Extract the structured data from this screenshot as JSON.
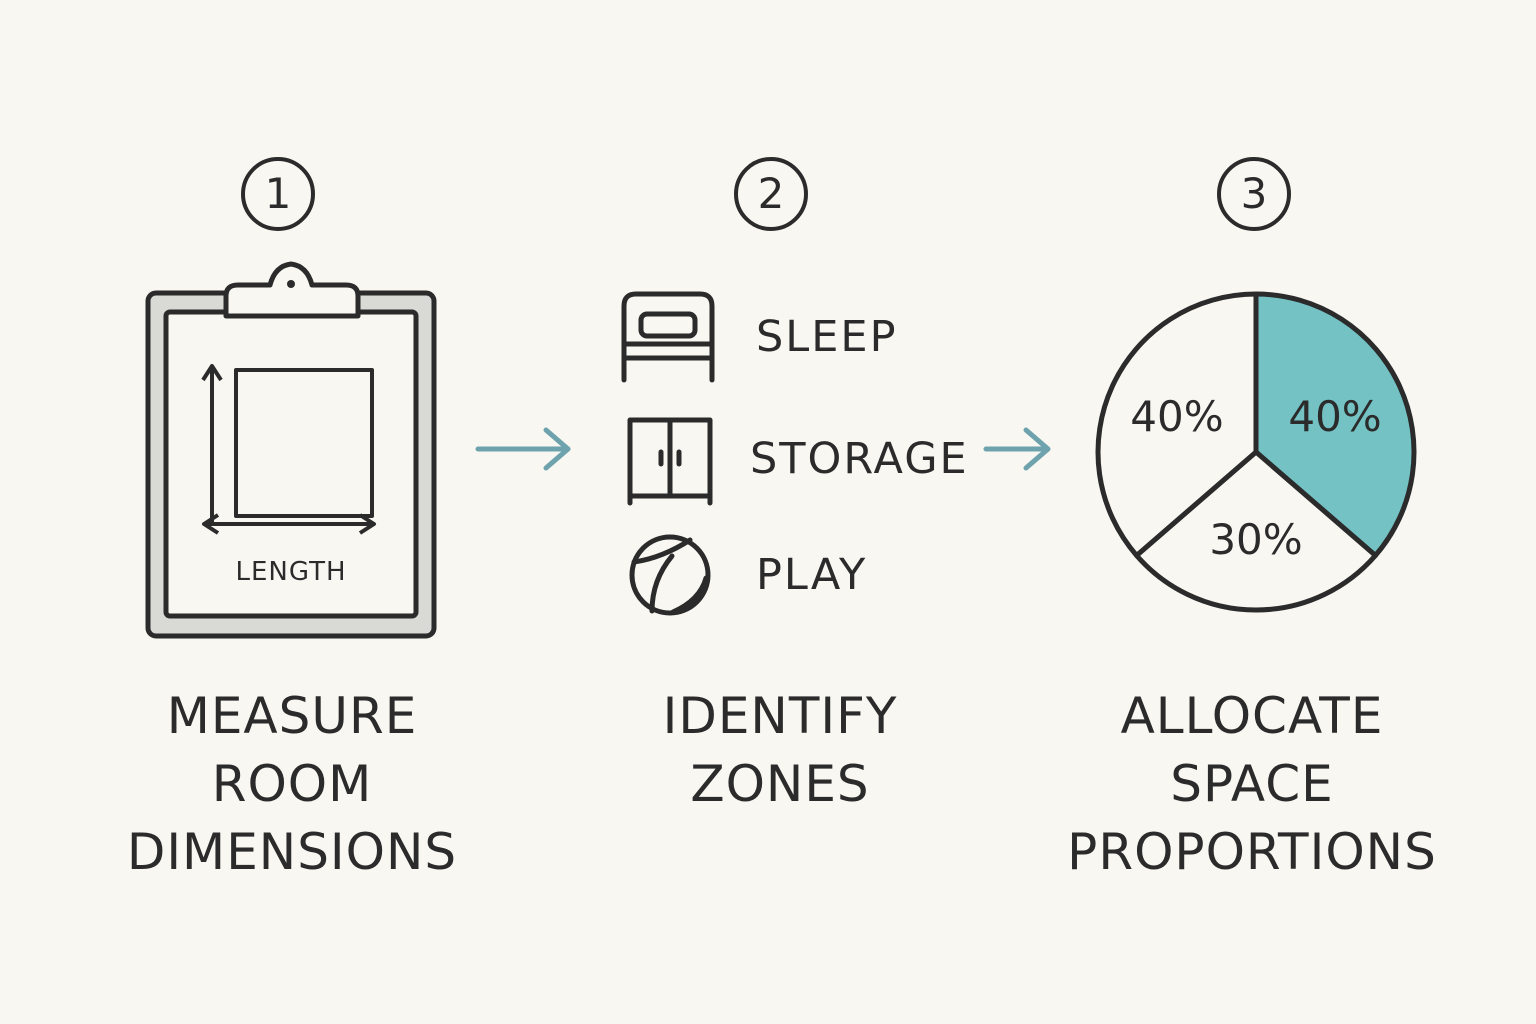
{
  "steps": [
    {
      "number": "1",
      "label_lines": [
        "MEASURE",
        "ROOM",
        "DIMENSIONS"
      ]
    },
    {
      "number": "2",
      "label_lines": [
        "IDENTIFY",
        "ZONES"
      ]
    },
    {
      "number": "3",
      "label_lines": [
        "ALLOCATE",
        "SPACE",
        "PROPORTIONS"
      ]
    }
  ],
  "clipboard": {
    "dimension_label": "LENGTH"
  },
  "zones": [
    {
      "label": "SLEEP",
      "icon": "bed-icon"
    },
    {
      "label": "STORAGE",
      "icon": "wardrobe-icon"
    },
    {
      "label": "PLAY",
      "icon": "ball-icon"
    }
  ],
  "pie": {
    "slices": [
      {
        "label": "40%",
        "value": 40,
        "highlight": true
      },
      {
        "label": "30%",
        "value": 30,
        "highlight": false
      },
      {
        "label": "40%",
        "value": 40,
        "highlight": false
      }
    ]
  },
  "colors": {
    "ink": "#2b2b2b",
    "accent": "#74c2c4",
    "arrow": "#6ea3ad",
    "background": "#f8f7f2"
  }
}
